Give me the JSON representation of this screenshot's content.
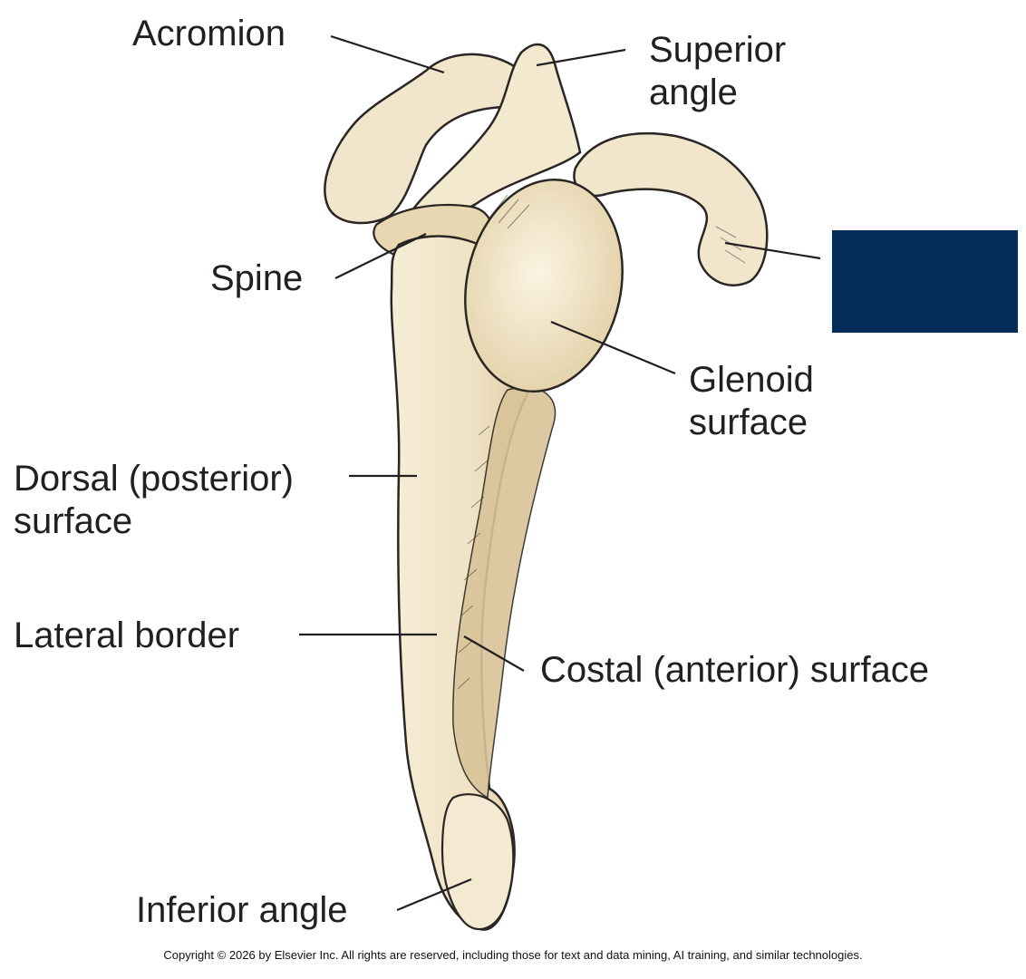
{
  "labels": {
    "acromion": "Acromion",
    "superior_angle": [
      "Superior",
      "angle"
    ],
    "spine": "Spine",
    "glenoid_surface": [
      "Glenoid",
      "surface"
    ],
    "dorsal_surface": [
      "Dorsal (posterior)",
      "surface"
    ],
    "lateral_border": "Lateral border",
    "costal_surface": "Costal (anterior) surface",
    "inferior_angle": "Inferior angle"
  },
  "copyright": "Copyright © 2026 by Elsevier Inc. All rights are reserved, including those for text and data mining, AI training, and similar technologies.",
  "colors": {
    "bone": "#f1e6cb",
    "bone_shadow": "#d8c49a",
    "outline": "#2a2623",
    "label_text": "#231f20",
    "answer_mask": "#042d5a"
  }
}
